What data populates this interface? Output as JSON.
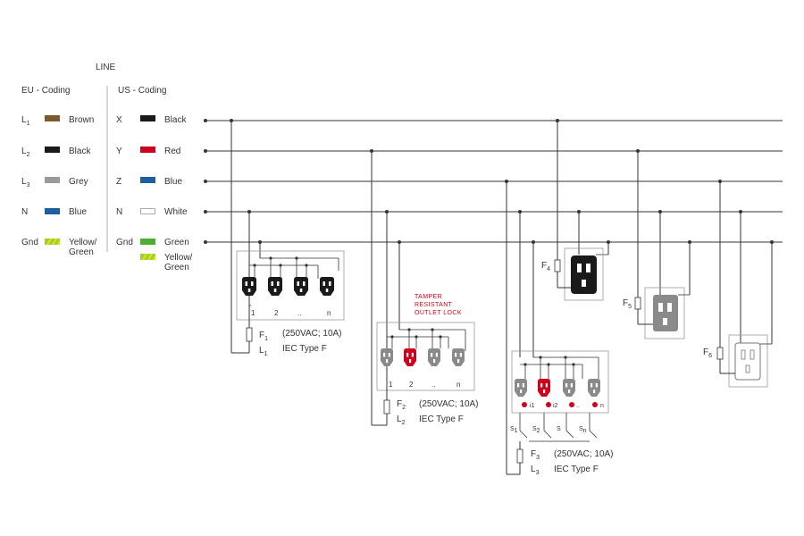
{
  "header": {
    "line_label": "LINE"
  },
  "eu_coding": {
    "title": "EU - Coding",
    "rows": [
      {
        "code": "L",
        "sub": "1",
        "color_name": "Brown",
        "color": "#7b5a2b"
      },
      {
        "code": "L",
        "sub": "2",
        "color_name": "Black",
        "color": "#1a1a1a"
      },
      {
        "code": "L",
        "sub": "3",
        "color_name": "Grey",
        "color": "#9a9a9a"
      },
      {
        "code": "N",
        "sub": "",
        "color_name": "Blue",
        "color": "#1f5fa0"
      },
      {
        "code": "Gnd",
        "sub": "",
        "color_name": "Yellow/",
        "color_name_2": "Green",
        "color": "#9bd23a",
        "stripe": "#f2e600"
      }
    ]
  },
  "us_coding": {
    "title": "US - Coding",
    "rows": [
      {
        "code": "X",
        "color_name": "Black",
        "color": "#1a1a1a"
      },
      {
        "code": "Y",
        "color_name": "Red",
        "color": "#d0021b"
      },
      {
        "code": "Z",
        "color_name": "Blue",
        "color": "#1f5fa0"
      },
      {
        "code": "N",
        "color_name": "White",
        "color": "#ffffff"
      },
      {
        "code": "Gnd",
        "color_name": "Green",
        "color": "#4caf32"
      }
    ],
    "extra": {
      "color_name": "Yellow/",
      "color_name_2": "Green",
      "color": "#9bd23a",
      "stripe": "#f2e600"
    }
  },
  "group1": {
    "labels": [
      "1",
      "2",
      "..",
      "n"
    ],
    "fuse": "F",
    "fuse_sub": "1",
    "rating": "(250VAC; 10A)",
    "line": "L",
    "line_sub": "1",
    "type": "IEC Type F"
  },
  "group2": {
    "warning": [
      "TAMPER",
      "RESISTANT",
      "OUTLET LOCK"
    ],
    "labels": [
      "1",
      "2",
      "..",
      "n"
    ],
    "fuse": "F",
    "fuse_sub": "2",
    "rating": "(250VAC; 10A)",
    "line": "L",
    "line_sub": "2",
    "type": "IEC Type F"
  },
  "group3": {
    "labels": [
      "i1",
      "i2",
      "..",
      "n"
    ],
    "switches": [
      {
        "s": "S",
        "sub": "1"
      },
      {
        "s": "S",
        "sub": "2"
      },
      {
        "s": "S",
        "sub": ""
      },
      {
        "s": "S",
        "sub": "n"
      }
    ],
    "fuse": "F",
    "fuse_sub": "3",
    "rating": "(250VAC; 10A)",
    "line": "L",
    "line_sub": "3",
    "type": "IEC Type F"
  },
  "single_outlets": [
    {
      "fuse": "F",
      "fuse_sub": "4",
      "color": "#1a1a1a"
    },
    {
      "fuse": "F",
      "fuse_sub": "5",
      "color": "#8a8a8a"
    },
    {
      "fuse": "F",
      "fuse_sub": "6",
      "color": "#ffffff"
    }
  ],
  "colors": {
    "socket_black": "#1a1a1a",
    "socket_grey": "#8a8a8a",
    "socket_red": "#d0021b",
    "indicator": "#d0021b"
  }
}
